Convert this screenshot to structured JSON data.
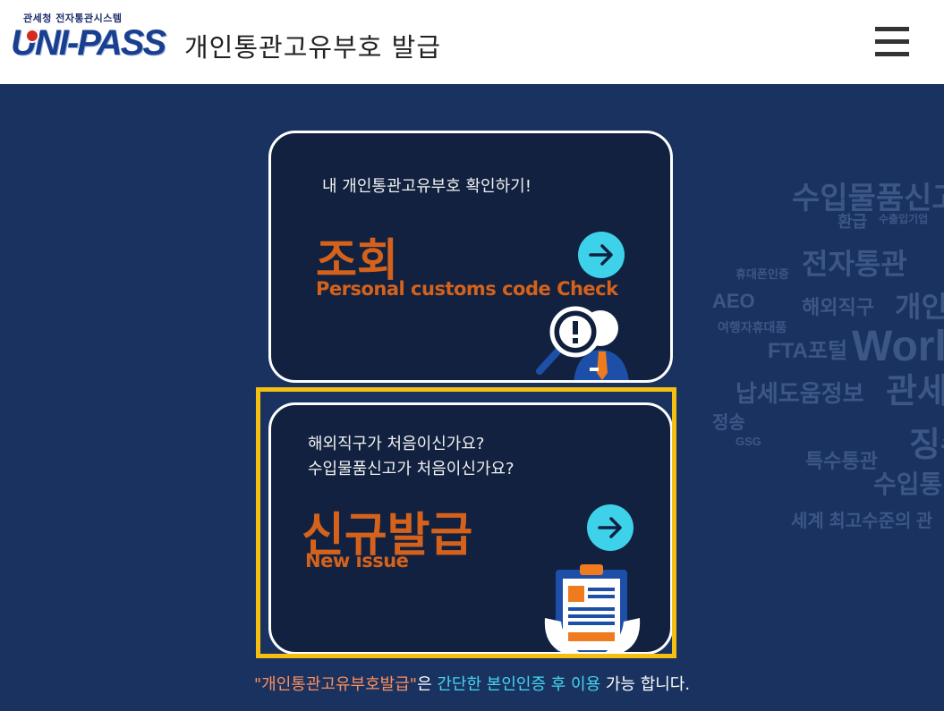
{
  "header": {
    "logo_small": "관세청 전자통관시스템",
    "logo_main": "UNI-PASS",
    "title": "개인통관고유부호 발급",
    "menu_icon": "hamburger-menu-icon"
  },
  "background_cloud": [
    "수입물품신고",
    "환급",
    "수출입기업",
    "전자통관",
    "휴대폰인증",
    "개인",
    "AEO",
    "해외직구",
    "여행자휴대품",
    "FTA포털",
    "World",
    "관세",
    "납세도움정보",
    "징수",
    "정송",
    "GSG",
    "특수통관",
    "수입통",
    "세계 최고수준의 관"
  ],
  "cards": [
    {
      "subtitle_lines": [
        "내 개인통관고유부호 확인하기!"
      ],
      "title": "조회",
      "english": "Personal customs code Check",
      "arrow_icon": "arrow-right-icon",
      "illustration": "magnifier-person-icon"
    },
    {
      "subtitle_lines": [
        "해외직구가 처음이신가요?",
        "수입물품신고가 처음이신가요?"
      ],
      "title": "신규발급",
      "english": "New issue",
      "arrow_icon": "arrow-right-icon",
      "illustration": "clipboard-document-icon"
    }
  ],
  "footer": {
    "part1": "\"개인통관고유부호발급\"",
    "part2": "은 ",
    "part3": "간단한 본인인증 후 이용",
    "part4": " 가능 합니다."
  },
  "colors": {
    "background": "#1a3260",
    "card": "#11213f",
    "accent_orange": "#d4621c",
    "accent_cyan": "#3ed2ea",
    "highlight": "#f5bf12"
  }
}
